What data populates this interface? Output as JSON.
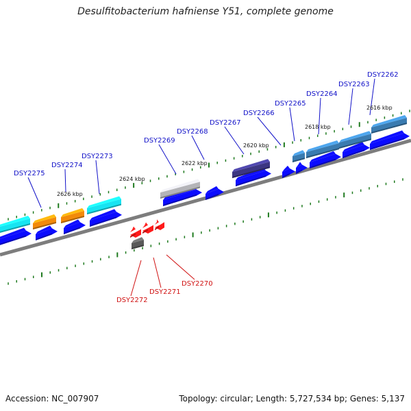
{
  "title": "Desulfitobacterium hafniense Y51, complete genome",
  "accession": "Accession: NC_007907",
  "topology": "Topology: circular; Length: 5,727,534 bp; Genes: 5,137",
  "colors": {
    "cds": "#0b0bff",
    "cyan": "#17e4f2",
    "orange": "#f28a0a",
    "silver": "#b4b4b8",
    "purple": "#3c3682",
    "steelblue": "#3a7bb0",
    "red": "#ff1a1a",
    "gray": "#5a5a5a",
    "ticks": "#1e7a1e",
    "label_blue": "#1010c8",
    "label_red": "#d01010"
  },
  "kbp_labels": [
    "2616 kbp",
    "2618 kbp",
    "2620 kbp",
    "2622 kbp",
    "2624 kbp",
    "2626 kbp"
  ],
  "genes_top": [
    "DSY2262",
    "DSY2263",
    "DSY2264",
    "DSY2265",
    "DSY2266",
    "DSY2267",
    "DSY2268",
    "DSY2269",
    "DSY2273",
    "DSY2274",
    "DSY2275"
  ],
  "genes_bottom": [
    "DSY2270",
    "DSY2271",
    "DSY2272"
  ]
}
